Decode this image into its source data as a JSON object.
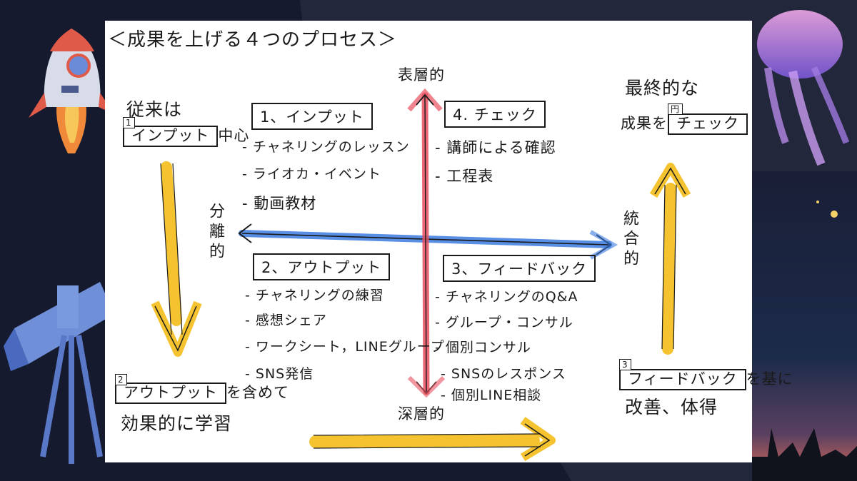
{
  "title": "＜成果を上げる４つのプロセス＞",
  "axis": {
    "top": "表層的",
    "bottom": "深層的",
    "left": "分離的",
    "right": "統合的"
  },
  "left_flow": {
    "heading": "従来は",
    "step1_num": "1",
    "step1_box": "インプット",
    "step1_after": "中心",
    "step2_num": "2",
    "step2_box": "アウトプット",
    "step2_after": "を含めて",
    "step2_line2": "効果的に学習"
  },
  "right_flow": {
    "line1": "最終的な",
    "tag": "円",
    "line2_before": "成果を",
    "line2_box": "チェック",
    "step3_num": "3",
    "step3_box": "フィードバック",
    "step3_after": "を基に",
    "step3_line2": "改善、体得"
  },
  "quadrants": {
    "q1": {
      "label": "1、インプット",
      "items": [
        "- チャネリングのレッスン",
        "- ライオカ・イベント",
        "- 動画教材"
      ]
    },
    "q2": {
      "label": "2、アウトプット",
      "items": [
        "- チャネリングの練習",
        "- 感想シェア",
        "- ワークシート，LINEグループ",
        "- SNS発信"
      ]
    },
    "q3": {
      "label": "3、フィードバック",
      "items": [
        "- チャネリングのQ&A",
        "- グループ・コンサル",
        "- 個別コンサル",
        "- SNSのレスポンス",
        "- 個別LINE相談"
      ]
    },
    "q4": {
      "label": "4. チェック",
      "items": [
        "- 講師による確認",
        "- 工程表"
      ]
    }
  },
  "colors": {
    "horizontal_axis": "#3b7be0",
    "vertical_axis": "#e8505f",
    "flow_arrow": "#f5c330",
    "background": "#161a2e",
    "board": "#ffffff"
  }
}
